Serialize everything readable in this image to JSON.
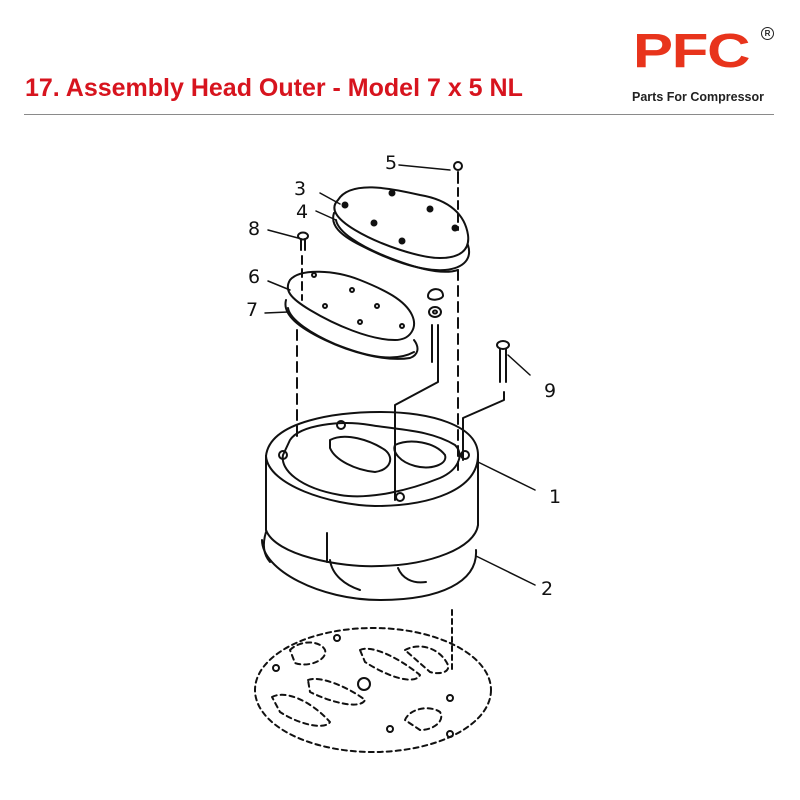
{
  "header": {
    "title": "17. Assembly Head Outer - Model 7 x 5 NL",
    "title_color": "#d7141e"
  },
  "logo": {
    "mark": "PFC",
    "registered": "R",
    "tagline": "Parts For Compressor",
    "brand_color": "#e8341c"
  },
  "diagram": {
    "description": "Exploded parts diagram of compressor outer head assembly",
    "callouts": [
      {
        "id": "5",
        "label": "5"
      },
      {
        "id": "3",
        "label": "3"
      },
      {
        "id": "4",
        "label": "4"
      },
      {
        "id": "8",
        "label": "8"
      },
      {
        "id": "6",
        "label": "6"
      },
      {
        "id": "7",
        "label": "7"
      },
      {
        "id": "9",
        "label": "9"
      },
      {
        "id": "1",
        "label": "1"
      },
      {
        "id": "2",
        "label": "2"
      }
    ]
  }
}
